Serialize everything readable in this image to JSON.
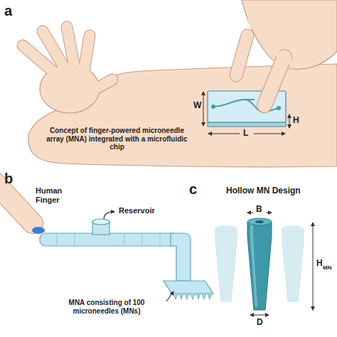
{
  "diagram": {
    "labels": [
      "a",
      "W",
      "L",
      "H",
      "Concept of finger-powered microneedle array (MNA) integrated with a microfluidic chip",
      "b",
      "Human Finger",
      "Reservoir",
      "MNA consisting of 100 microneedles (MNs)",
      "c",
      "Hollow MN Design",
      "B",
      "H",
      "MN",
      "D"
    ]
  }
}
